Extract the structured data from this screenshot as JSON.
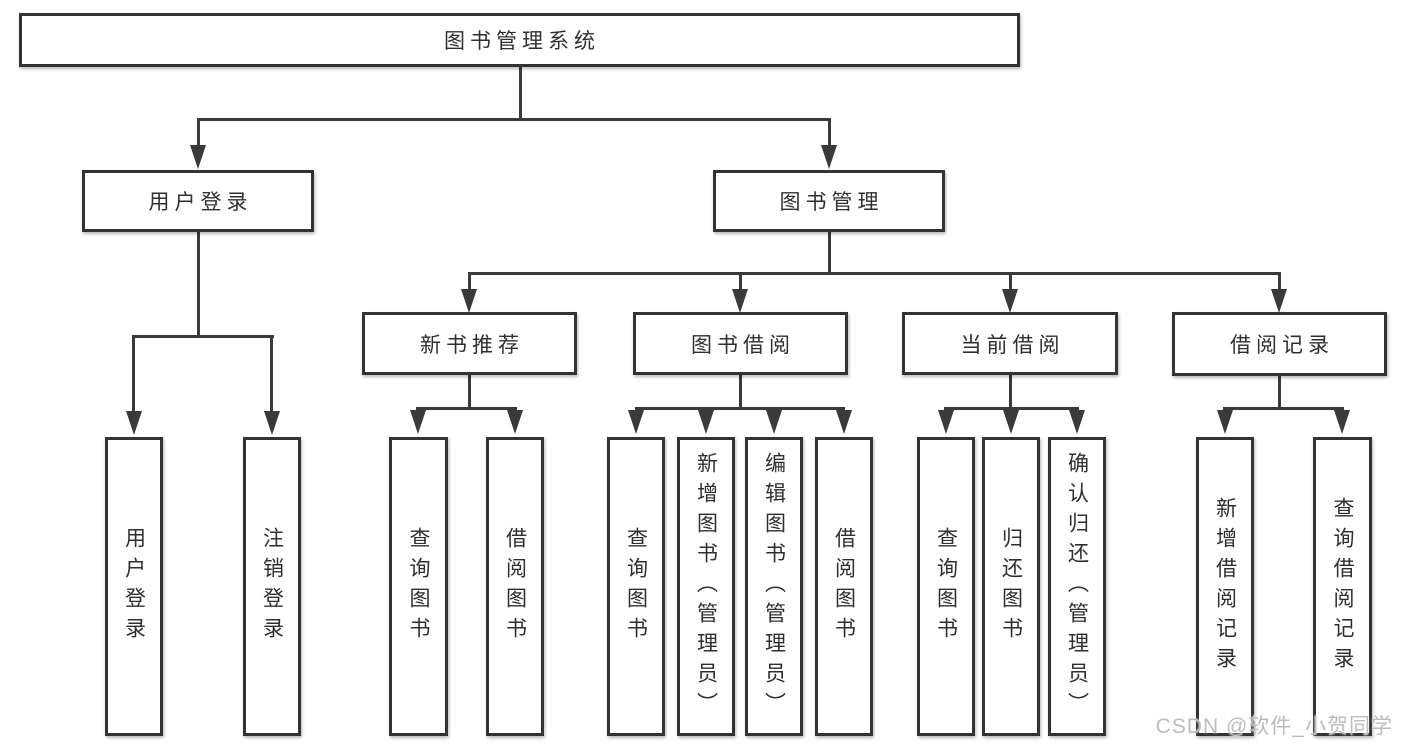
{
  "title": "图书管理系统",
  "watermark": "CSDN @软件_小贺同学",
  "colors": {
    "line": "#3a3a3a",
    "box_border": "#333333",
    "text": "#2f2f2f",
    "background": "#ffffff",
    "watermark": "#bcbcbc"
  },
  "nodes": {
    "root": {
      "label": "图书管理系统"
    },
    "user_login": {
      "label": "用户登录"
    },
    "book_mgmt": {
      "label": "图书管理"
    },
    "new_book_rec": {
      "label": "新书推荐"
    },
    "book_borrow": {
      "label": "图书借阅"
    },
    "current_borrow": {
      "label": "当前借阅"
    },
    "borrow_record": {
      "label": "借阅记录"
    },
    "leaves": {
      "user_login": {
        "label": "用户登录"
      },
      "logout": {
        "label": "注销登录"
      },
      "query_book_1": {
        "label": "查询图书"
      },
      "borrow_book_1": {
        "label": "借阅图书"
      },
      "query_book_2": {
        "label": "查询图书"
      },
      "add_book": {
        "label": "新增图书（管理员）"
      },
      "edit_book": {
        "label": "编辑图书（管理员）"
      },
      "borrow_book_2": {
        "label": "借阅图书"
      },
      "query_book_3": {
        "label": "查询图书"
      },
      "return_book": {
        "label": "归还图书"
      },
      "confirm_return": {
        "label": "确认归还（管理员）"
      },
      "add_borrow_record": {
        "label": "新增借阅记录"
      },
      "query_borrow_record": {
        "label": "查询借阅记录"
      }
    }
  },
  "structure": [
    {
      "parent": "图书管理系统",
      "children": [
        "用户登录",
        "图书管理"
      ]
    },
    {
      "parent": "用户登录",
      "children": [
        "用户登录",
        "注销登录"
      ]
    },
    {
      "parent": "图书管理",
      "children": [
        "新书推荐",
        "图书借阅",
        "当前借阅",
        "借阅记录"
      ]
    },
    {
      "parent": "新书推荐",
      "children": [
        "查询图书",
        "借阅图书"
      ]
    },
    {
      "parent": "图书借阅",
      "children": [
        "查询图书",
        "新增图书（管理员）",
        "编辑图书（管理员）",
        "借阅图书"
      ]
    },
    {
      "parent": "当前借阅",
      "children": [
        "查询图书",
        "归还图书",
        "确认归还（管理员）"
      ]
    },
    {
      "parent": "借阅记录",
      "children": [
        "新增借阅记录",
        "查询借阅记录"
      ]
    }
  ]
}
